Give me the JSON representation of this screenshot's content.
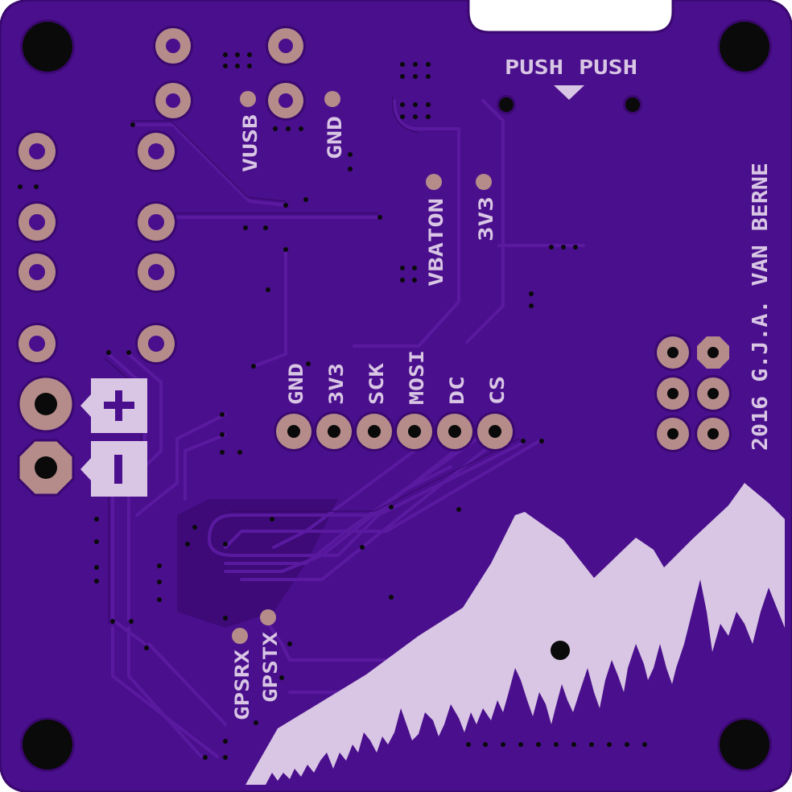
{
  "colors": {
    "board": "#4a0f8c",
    "board_dark": "#3d0a78",
    "trace": "#55179a",
    "trace_edge": "#3a0870",
    "pad": "#b58c8a",
    "hole": "#0a0a0a",
    "silkscreen": "#d8c6e4"
  },
  "labels": {
    "push_left": "PUSH",
    "push_right": "PUSH",
    "vusb": "VUSB",
    "gnd_top": "GND",
    "vbaton": "VBATON",
    "v3v3_top": "3V3",
    "author": "2016 G.J.A. VAN BERNE",
    "gpsrx": "GPSRX",
    "gpstx": "GPSTX"
  },
  "header": {
    "pins": [
      "GND",
      "3V3",
      "SCK",
      "MOSI",
      "DC",
      "CS"
    ]
  },
  "icons": {
    "plus": "plus-sign-icon",
    "minus": "minus-sign-icon",
    "push_marker": "triangle-down-icon",
    "artwork": "mountain-forest-artwork"
  }
}
